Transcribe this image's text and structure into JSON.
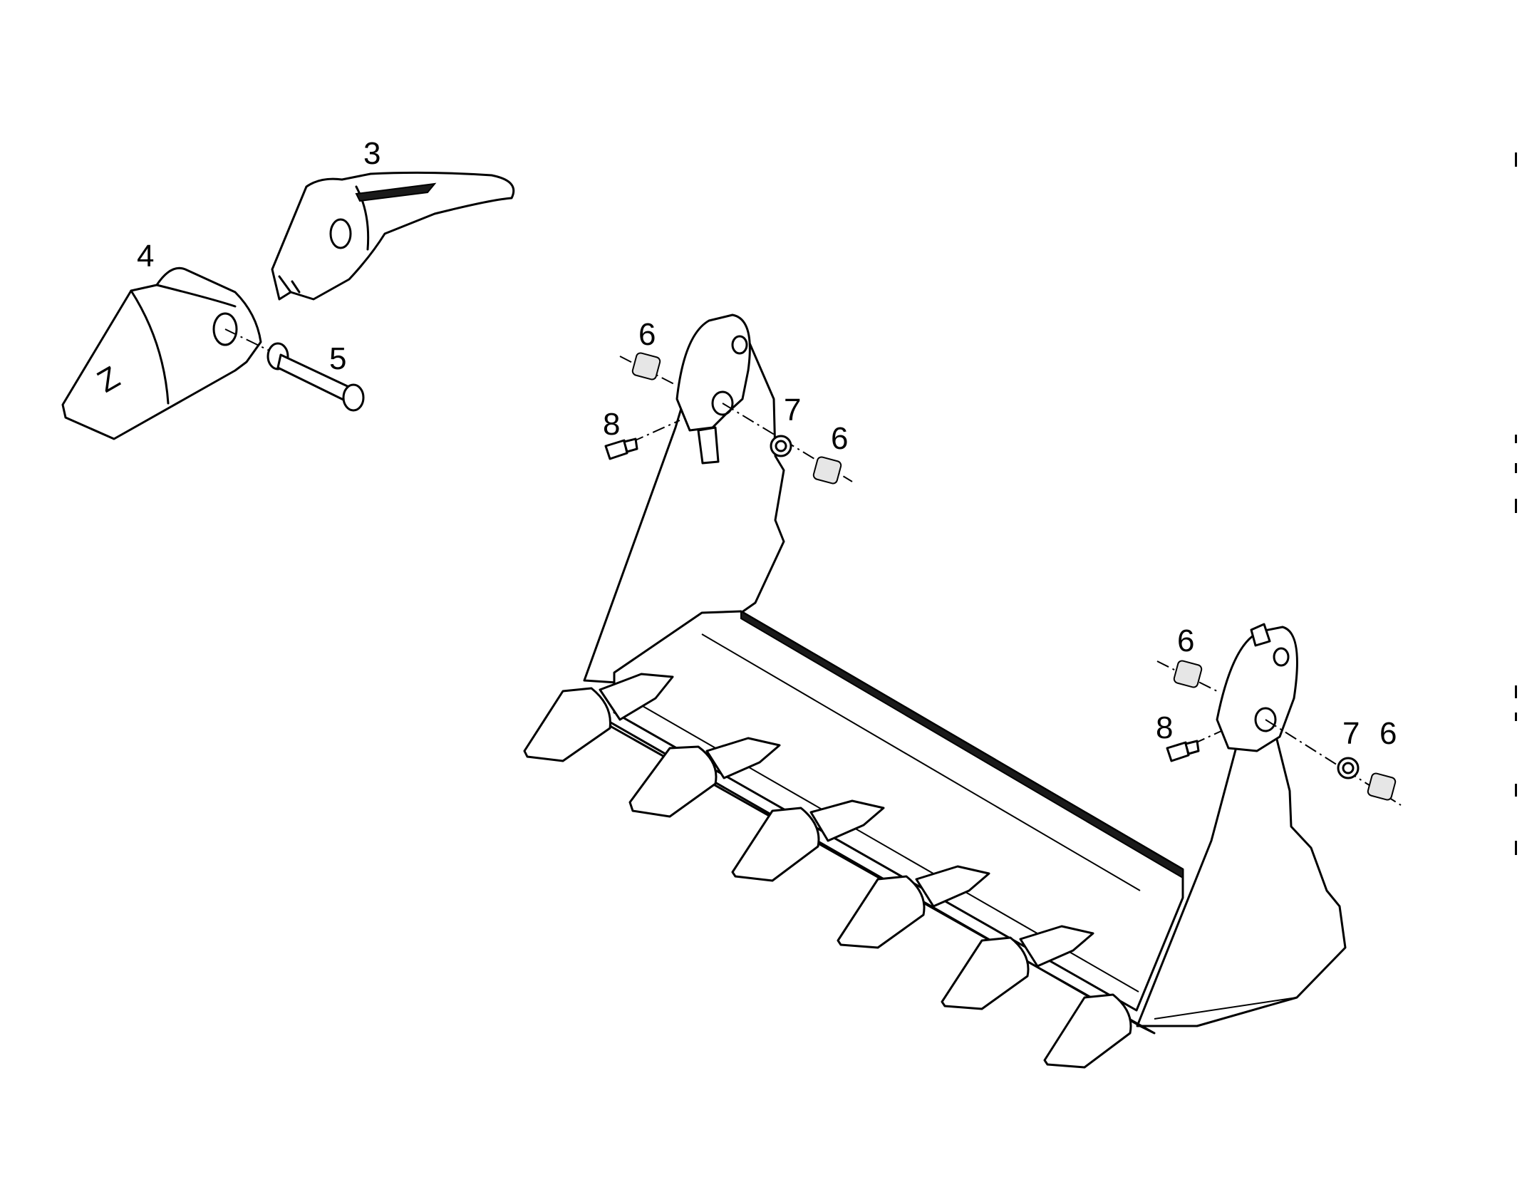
{
  "callouts": [
    {
      "id": "c3",
      "label": "3"
    },
    {
      "id": "c4",
      "label": "4"
    },
    {
      "id": "c5",
      "label": "5"
    },
    {
      "id": "c6a",
      "label": "6"
    },
    {
      "id": "c8a",
      "label": "8"
    },
    {
      "id": "c7a",
      "label": "7"
    },
    {
      "id": "c6b",
      "label": "6"
    },
    {
      "id": "c6c",
      "label": "6"
    },
    {
      "id": "c8b",
      "label": "8"
    },
    {
      "id": "c7b",
      "label": "7"
    },
    {
      "id": "c6d",
      "label": "6"
    }
  ]
}
